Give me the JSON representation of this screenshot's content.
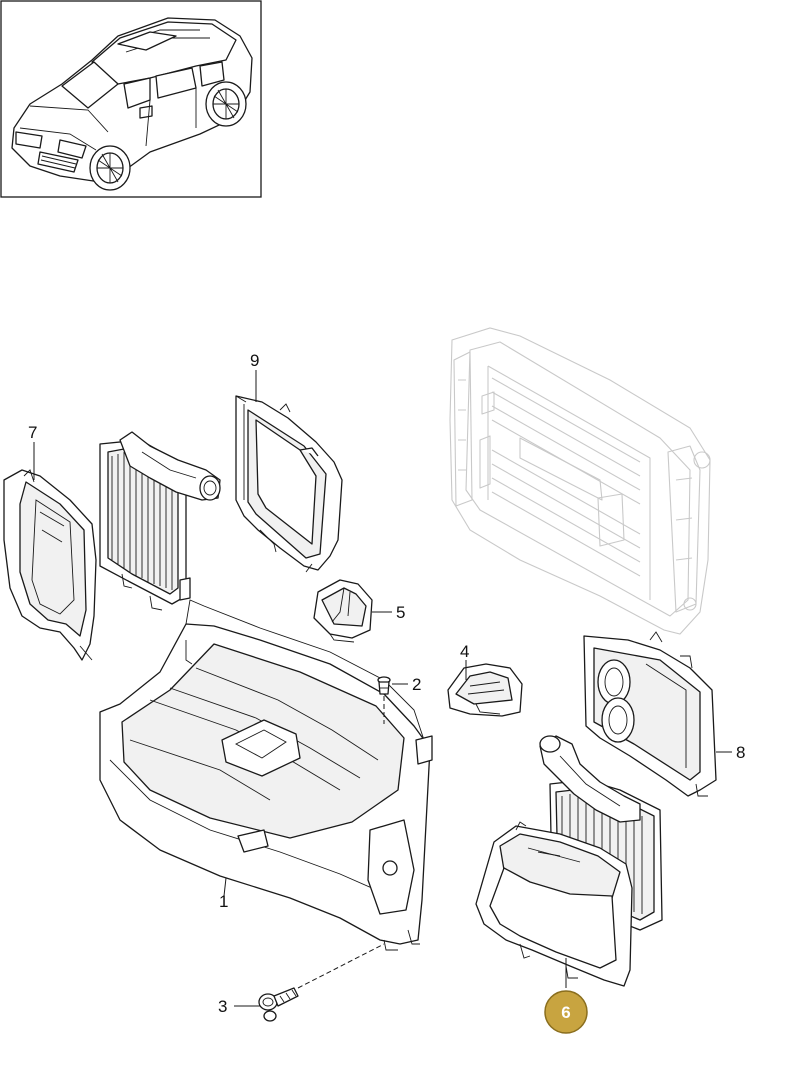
{
  "colors": {
    "line": "#1a1a1a",
    "ghost": "#c9c9c9",
    "highlight_fill": "#c8a440",
    "highlight_stroke": "#8a6e1e",
    "highlight_text": "#ffffff"
  },
  "callouts": [
    {
      "id": "1",
      "label": "1",
      "highlighted": false
    },
    {
      "id": "2",
      "label": "2",
      "highlighted": false
    },
    {
      "id": "3",
      "label": "3",
      "highlighted": false
    },
    {
      "id": "4",
      "label": "4",
      "highlighted": false
    },
    {
      "id": "5",
      "label": "5",
      "highlighted": false
    },
    {
      "id": "6",
      "label": "6",
      "highlighted": true
    },
    {
      "id": "7",
      "label": "7",
      "highlighted": false
    },
    {
      "id": "8",
      "label": "8",
      "highlighted": false
    },
    {
      "id": "9",
      "label": "9",
      "highlighted": false
    }
  ]
}
